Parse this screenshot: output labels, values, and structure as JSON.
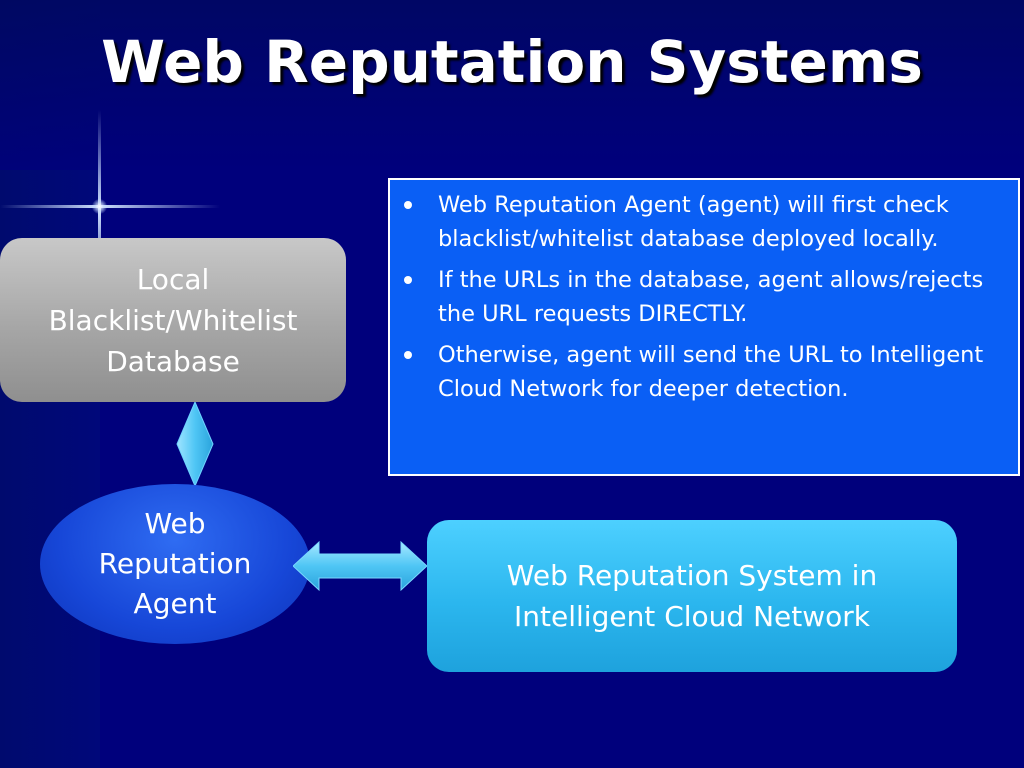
{
  "title": "Web Reputation Systems",
  "bullets": [
    "Web Reputation Agent (agent) will first check blacklist/whitelist database deployed locally.",
    "If the URLs in the database, agent allows/rejects the URL requests DIRECTLY.",
    "Otherwise, agent will send the URL to Intelligent Cloud Network for deeper detection."
  ],
  "nodes": {
    "local_db": [
      "Local",
      "Blacklist/Whitelist",
      "Database"
    ],
    "agent": [
      "Web",
      "Reputation",
      "Agent"
    ],
    "cloud": [
      "Web Reputation System in",
      "Intelligent Cloud Network"
    ]
  },
  "edges": [
    {
      "from": "local_db",
      "to": "agent",
      "direction": "bidirectional"
    },
    {
      "from": "agent",
      "to": "cloud",
      "direction": "bidirectional"
    }
  ],
  "colors": {
    "background": "#00007c",
    "info_box": "#0a5ff5",
    "local_db": "#a6a6a6",
    "agent": "#1747d8",
    "cloud": "#2bb6ee",
    "arrows": "#4fc6f5"
  }
}
